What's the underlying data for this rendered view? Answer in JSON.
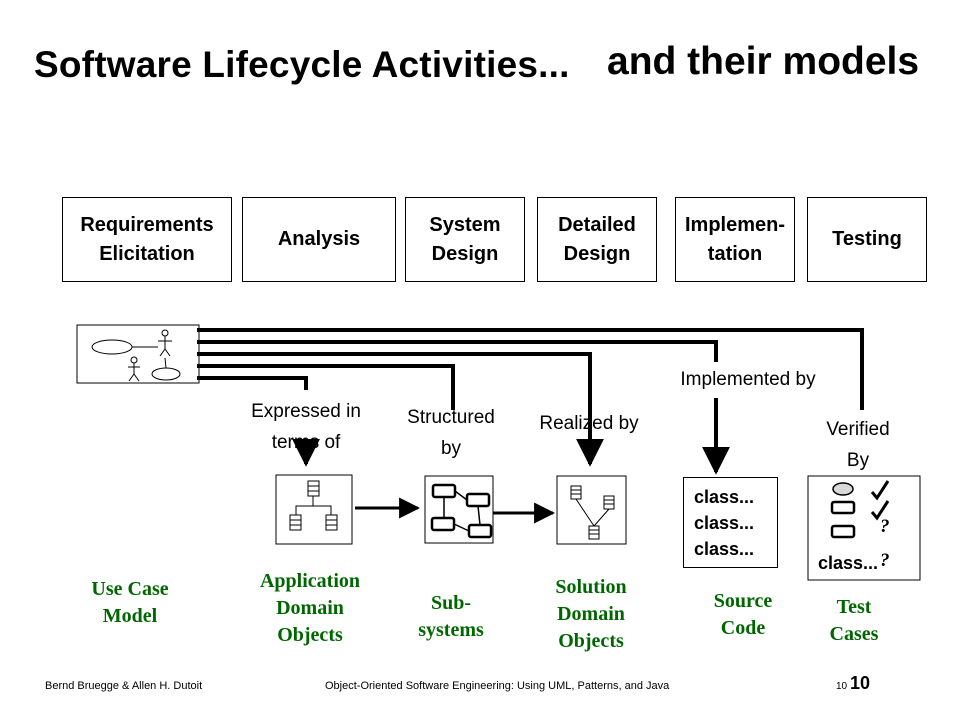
{
  "title": {
    "left": "Software Lifecycle Activities...",
    "right": "and their models"
  },
  "phases": [
    "Requirements\nElicitation",
    "Analysis",
    "System\nDesign",
    "Detailed\nDesign",
    "Implemen-\ntation",
    "Testing"
  ],
  "relations": {
    "expressed": "Expressed in\nterms of",
    "structured": "Structured\nby",
    "realized": "Realized by",
    "implemented": "Implemented by",
    "verified": "Verified\nBy"
  },
  "source_code": "class...\nclass...\nclass...",
  "test_cases_box": {
    "question1": "?",
    "question2": "?",
    "class_text": "class...",
    "checkmarks": [
      "check-icon",
      "check-icon"
    ]
  },
  "models": {
    "use_case": "Use Case\nModel",
    "app_domain": "Application\nDomain\nObjects",
    "subsystems": "Sub-\nsystems",
    "solution_domain": "Solution\nDomain\nObjects",
    "source_code": "Source\nCode",
    "test_cases": "Test\nCases"
  },
  "footer": {
    "authors": "Bernd Bruegge & Allen H. Dutoit",
    "book": "Object-Oriented Software Engineering: Using UML, Patterns, and Java",
    "page_small": "10",
    "page_big": "10"
  },
  "colors": {
    "model_label": "#006600",
    "ink": "#000000"
  }
}
